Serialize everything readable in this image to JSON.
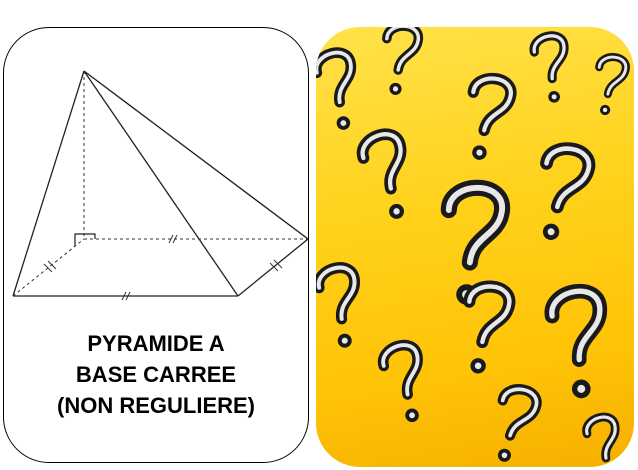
{
  "left_card": {
    "caption_lines": [
      "PYRAMIDE A",
      "BASE CARREE",
      "(NON REGULIERE)"
    ]
  },
  "right_card": {
    "background_color": "#ffd21c",
    "icon": "question-marks-pattern-icon"
  }
}
